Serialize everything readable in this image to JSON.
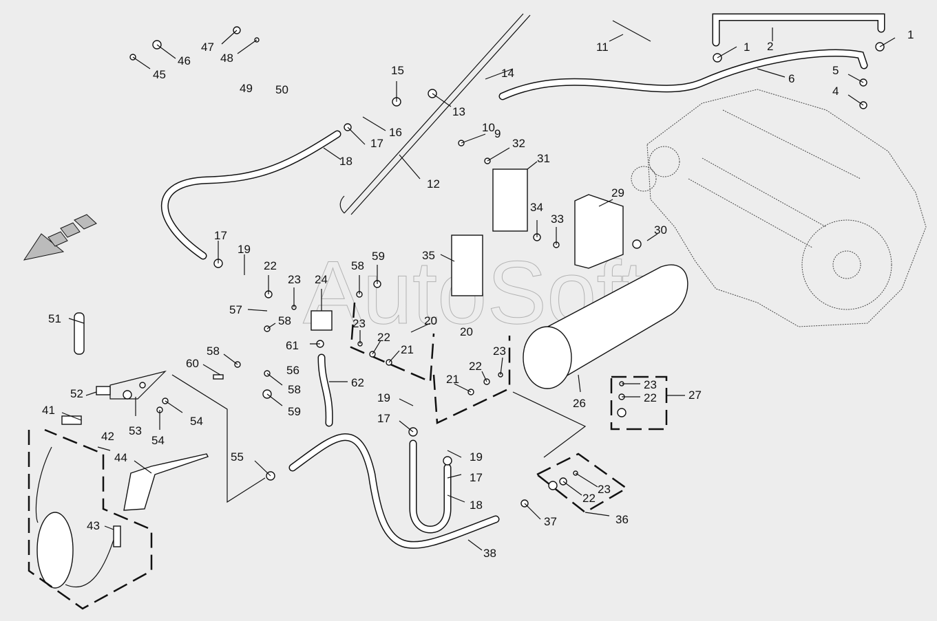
{
  "diagram": {
    "type": "exploded-parts-diagram",
    "subject": "Compressed air system with tank, pressure valve, lines and air blow gun",
    "watermark": "AutoSoft",
    "direction_arrow": "pointing front-left",
    "callouts": [
      {
        "id": "c1a",
        "num": "1"
      },
      {
        "id": "c1b",
        "num": "1"
      },
      {
        "id": "c2",
        "num": "2"
      },
      {
        "id": "c4",
        "num": "4"
      },
      {
        "id": "c5",
        "num": "5"
      },
      {
        "id": "c6",
        "num": "6"
      },
      {
        "id": "c9",
        "num": "9"
      },
      {
        "id": "c10",
        "num": "10"
      },
      {
        "id": "c11",
        "num": "11"
      },
      {
        "id": "c12",
        "num": "12"
      },
      {
        "id": "c13",
        "num": "13"
      },
      {
        "id": "c14",
        "num": "14"
      },
      {
        "id": "c15",
        "num": "15"
      },
      {
        "id": "c16",
        "num": "16"
      },
      {
        "id": "c17a",
        "num": "17"
      },
      {
        "id": "c17b",
        "num": "17"
      },
      {
        "id": "c17c",
        "num": "17"
      },
      {
        "id": "c17d",
        "num": "17"
      },
      {
        "id": "c18a",
        "num": "18"
      },
      {
        "id": "c18b",
        "num": "18"
      },
      {
        "id": "c19a",
        "num": "19"
      },
      {
        "id": "c19b",
        "num": "19"
      },
      {
        "id": "c19c",
        "num": "19"
      },
      {
        "id": "c20a",
        "num": "20"
      },
      {
        "id": "c20b",
        "num": "20"
      },
      {
        "id": "c21a",
        "num": "21"
      },
      {
        "id": "c21b",
        "num": "21"
      },
      {
        "id": "c22a",
        "num": "22"
      },
      {
        "id": "c22b",
        "num": "22"
      },
      {
        "id": "c22c",
        "num": "22"
      },
      {
        "id": "c22d",
        "num": "22"
      },
      {
        "id": "c22e",
        "num": "22"
      },
      {
        "id": "c23a",
        "num": "23"
      },
      {
        "id": "c23b",
        "num": "23"
      },
      {
        "id": "c23c",
        "num": "23"
      },
      {
        "id": "c23d",
        "num": "23"
      },
      {
        "id": "c23e",
        "num": "23"
      },
      {
        "id": "c24",
        "num": "24"
      },
      {
        "id": "c26",
        "num": "26"
      },
      {
        "id": "c27",
        "num": "27"
      },
      {
        "id": "c29",
        "num": "29"
      },
      {
        "id": "c30",
        "num": "30"
      },
      {
        "id": "c31",
        "num": "31"
      },
      {
        "id": "c32",
        "num": "32"
      },
      {
        "id": "c33",
        "num": "33"
      },
      {
        "id": "c34",
        "num": "34"
      },
      {
        "id": "c35",
        "num": "35"
      },
      {
        "id": "c36",
        "num": "36"
      },
      {
        "id": "c37",
        "num": "37"
      },
      {
        "id": "c38",
        "num": "38"
      },
      {
        "id": "c41",
        "num": "41"
      },
      {
        "id": "c42",
        "num": "42"
      },
      {
        "id": "c43",
        "num": "43"
      },
      {
        "id": "c44",
        "num": "44"
      },
      {
        "id": "c45",
        "num": "45"
      },
      {
        "id": "c46",
        "num": "46"
      },
      {
        "id": "c47",
        "num": "47"
      },
      {
        "id": "c48",
        "num": "48"
      },
      {
        "id": "c49",
        "num": "49"
      },
      {
        "id": "c50",
        "num": "50"
      },
      {
        "id": "c51",
        "num": "51"
      },
      {
        "id": "c52",
        "num": "52"
      },
      {
        "id": "c53",
        "num": "53"
      },
      {
        "id": "c54a",
        "num": "54"
      },
      {
        "id": "c54b",
        "num": "54"
      },
      {
        "id": "c55",
        "num": "55"
      },
      {
        "id": "c56",
        "num": "56"
      },
      {
        "id": "c57",
        "num": "57"
      },
      {
        "id": "c58a",
        "num": "58"
      },
      {
        "id": "c58b",
        "num": "58"
      },
      {
        "id": "c58c",
        "num": "58"
      },
      {
        "id": "c58d",
        "num": "58"
      },
      {
        "id": "c59a",
        "num": "59"
      },
      {
        "id": "c59b",
        "num": "59"
      },
      {
        "id": "c60",
        "num": "60"
      },
      {
        "id": "c61",
        "num": "61"
      },
      {
        "id": "c62",
        "num": "62"
      }
    ]
  }
}
